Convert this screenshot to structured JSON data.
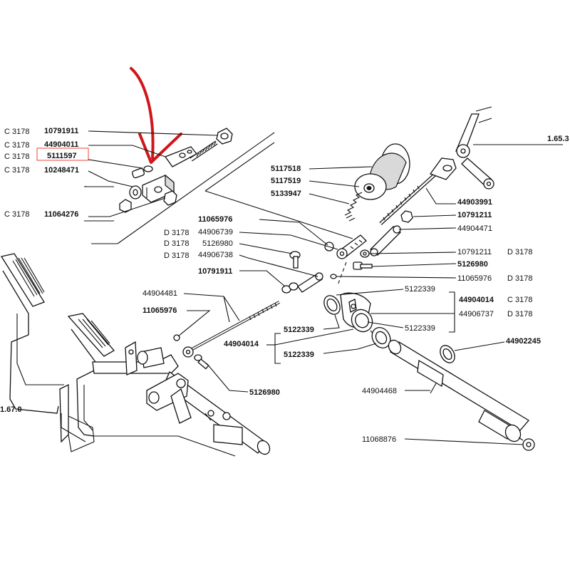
{
  "callouts": {
    "p10791911_top": "10791911",
    "p44904011": "44904011",
    "p5111597": "5111597",
    "p10248471": "10248471",
    "p11064276": "11064276",
    "p1653": "1.65.3",
    "p5117518": "5117518",
    "p5117519": "5117519",
    "p5133947": "5133947",
    "p44903991": "44903991",
    "p10791211_a": "10791211",
    "p44904471": "44904471",
    "p11065976_a": "11065976",
    "p44906739": "44906739",
    "p5126980_a": "5126980",
    "p44906738": "44906738",
    "p10791911_mid": "10791911",
    "p10791211_b": "10791211",
    "p5126980_b": "5126980",
    "p11065976_b": "11065976",
    "p5122339_a": "5122339",
    "p44904014_r": "44904014",
    "p44906737": "44906737",
    "p5122339_b": "5122339",
    "p44904481": "44904481",
    "p11065976_c": "11065976",
    "p5122339_c": "5122339",
    "p44904014_l": "44904014",
    "p5122339_d": "5122339",
    "p44902245": "44902245",
    "p5126980_c": "5126980",
    "p44904468": "44904468",
    "p11068876": "11068876",
    "p167": "1.67.0"
  },
  "codes": {
    "c1": "C 3178",
    "c2": "C 3178",
    "c3": "C 3178",
    "c4": "C 3178",
    "c5": "C 3178",
    "d1": "D 3178",
    "d2": "D 3178",
    "d3": "D 3178",
    "d4": "D 3178",
    "d5": "D 3178",
    "c6": "C 3178",
    "d6": "D 3178"
  },
  "colors": {
    "ink": "#111111",
    "arrow": "#d0161b",
    "highlight_box": "#e8443a"
  }
}
